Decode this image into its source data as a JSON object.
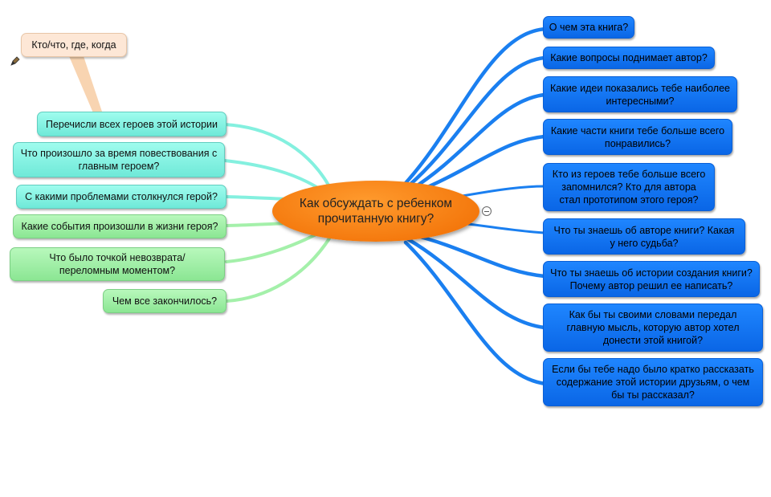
{
  "central": "Как обсуждать с ребенком прочитанную книгу?",
  "callout": "Кто/что, где, когда",
  "left_nodes": [
    "Перечисли всех героев этой истории",
    "Что произошло за время повествования с главным героем?",
    "С какими проблемами столкнулся герой?",
    "Какие события произошли в жизни героя?",
    "Что было точкой невозврата/ переломным моментом?",
    "Чем все закончилось?"
  ],
  "right_nodes": [
    "О чем эта книга?",
    "Какие вопросы поднимает автор?",
    "Какие идеи показались тебе наиболее интересными?",
    "Какие части книги тебе больше всего понравились?",
    "Кто из героев тебе больше всего запомнился? Кто для автора стал прототипом этого героя?",
    "Что ты знаешь об авторе книги? Какая у него судьба?",
    "Что ты знаешь об истории создания книги? Почему автор решил ее написать?",
    "Как бы ты своими словами передал главную мысль, которую автор хотел донести этой книгой?",
    "Если бы тебе надо было кратко рассказать содержание этой истории друзьям, о чем бы ты рассказал?"
  ],
  "colors": {
    "central": "#f47a10",
    "right_branch": "#1a7ff0",
    "left_cyan": "#7eeedd",
    "left_green": "#9ef0a4",
    "callout": "#fde7d6"
  },
  "icons": {
    "collapse": "collapse-minus-icon",
    "pen": "pen-icon"
  }
}
